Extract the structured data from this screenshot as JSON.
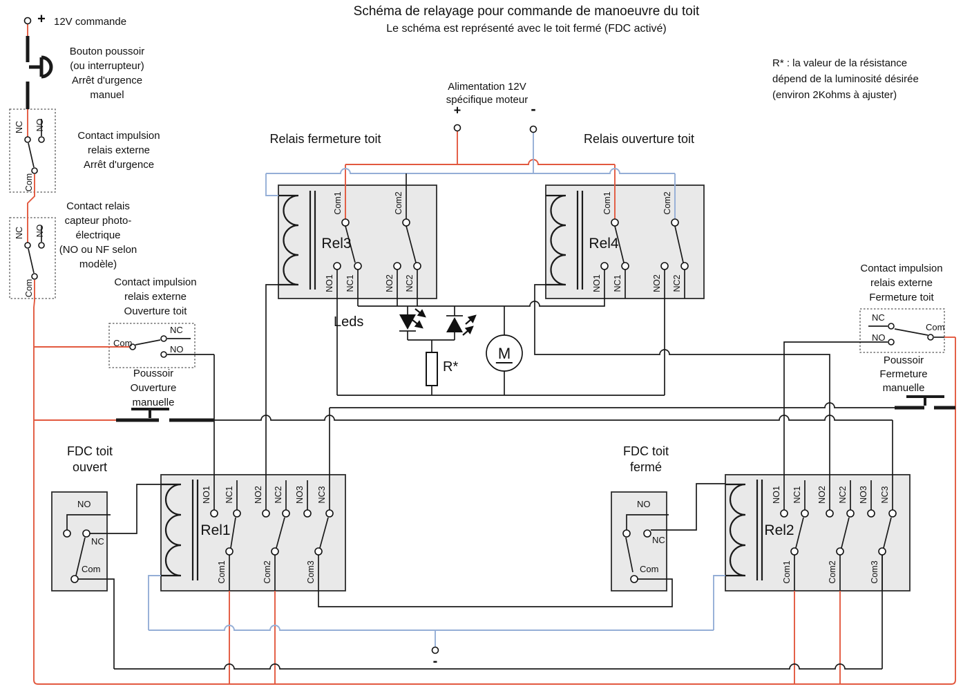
{
  "title": "Schéma de relayage pour commande de manoeuvre du toit",
  "subtitle": "Le schéma est représenté avec le toit fermé (FDC activé)",
  "resistor_note": [
    "R* : la valeur de la résistance",
    "dépend de la luminosité désirée",
    "(environ 2Kohms à ajuster)"
  ],
  "supply_control": {
    "plus": "+",
    "label": "12V commande"
  },
  "emergency_button": [
    "Bouton poussoir",
    "(ou interrupteur)",
    "Arrêt d'urgence",
    "manuel"
  ],
  "emergency_contact": [
    "Contact impulsion",
    "relais externe",
    "Arrêt d'urgence"
  ],
  "photo_contact": [
    "Contact relais",
    "capteur photo-",
    "électrique",
    "(NO ou NF selon",
    "modèle)"
  ],
  "open_contact": [
    "Contact impulsion",
    "relais externe",
    "Ouverture toit"
  ],
  "open_button": [
    "Poussoir",
    "Ouverture",
    "manuelle"
  ],
  "close_contact": [
    "Contact impulsion",
    "relais externe",
    "Fermeture toit"
  ],
  "close_button": [
    "Poussoir",
    "Fermeture",
    "manuelle"
  ],
  "motor_supply": {
    "lines": [
      "Alimentation 12V",
      "spécifique moteur"
    ],
    "plus": "+",
    "minus": "-"
  },
  "relay_close_title": "Relais fermeture toit",
  "relay_open_title": "Relais ouverture toit",
  "fdc_open": {
    "title": [
      "FDC toit",
      "ouvert"
    ],
    "no": "NO",
    "nc": "NC",
    "com": "Com"
  },
  "fdc_closed": {
    "title": [
      "FDC toit",
      "fermé"
    ],
    "no": "NO",
    "nc": "NC",
    "com": "Com"
  },
  "relays": {
    "rel1": {
      "name": "Rel1",
      "top": [
        "NO1",
        "NC1",
        "NO2",
        "NC2",
        "NO3",
        "NC3"
      ],
      "bottom": [
        "Com1",
        "Com2",
        "Com3"
      ]
    },
    "rel2": {
      "name": "Rel2",
      "top": [
        "NO1",
        "NC1",
        "NO2",
        "NC2",
        "NO3",
        "NC3"
      ],
      "bottom": [
        "Com1",
        "Com2",
        "Com3"
      ]
    },
    "rel3": {
      "name": "Rel3",
      "top": [
        "Com1",
        "Com2"
      ],
      "bottom": [
        "NO1",
        "NC1",
        "NO2",
        "NC2"
      ]
    },
    "rel4": {
      "name": "Rel4",
      "top": [
        "Com1",
        "Com2"
      ],
      "bottom": [
        "NO1",
        "NC1",
        "NO2",
        "NC2"
      ]
    }
  },
  "switch_labels": {
    "nc": "NC",
    "no": "NO",
    "com": "Com"
  },
  "leds_label": "Leds",
  "resistor_label": "R*",
  "motor_label": "M",
  "minus_terminal": "-",
  "colors": {
    "wire_power": "#e2583e",
    "wire_neutral": "#94aed6",
    "wire_signal": "#1a1a1a",
    "relay_fill": "#e9e9e9",
    "box_border": "#2b2b2b"
  }
}
